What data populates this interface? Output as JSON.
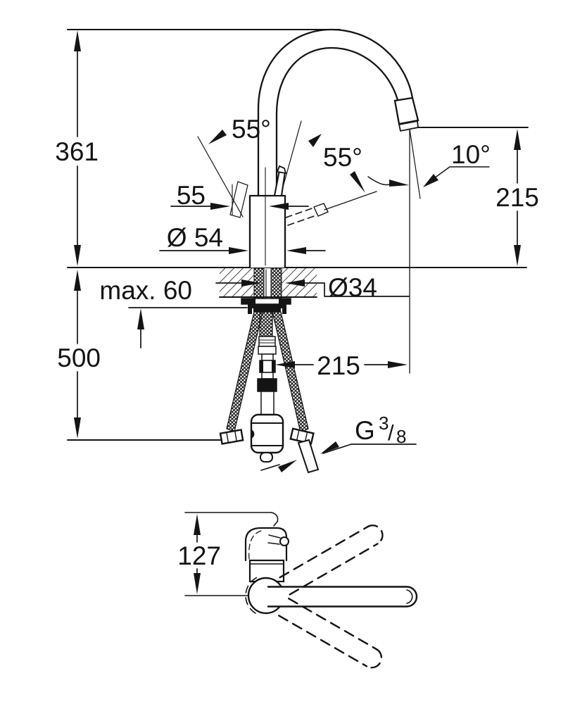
{
  "page": {
    "background": "#ffffff",
    "ink": "#141414",
    "description": "technical installation dimension drawing of a single-lever kitchen faucet with high arc spout, side view and top view"
  },
  "side_view": {
    "overall_height": "361",
    "handle_offset": "55",
    "handle_angle": "55°",
    "spout_swivel_angle": "55°",
    "aerator_angle": "10°",
    "spout_height": "215",
    "body_diameter": "Ø 54",
    "deck_max_thickness": "max. 60",
    "hole_diameter": "Ø34",
    "hose_length": "500",
    "spout_reach": "215",
    "thread_prefix": "G",
    "thread_numerator": "3",
    "thread_slash": "/",
    "thread_denominator": "8"
  },
  "top_view": {
    "handle_depth": "127"
  }
}
